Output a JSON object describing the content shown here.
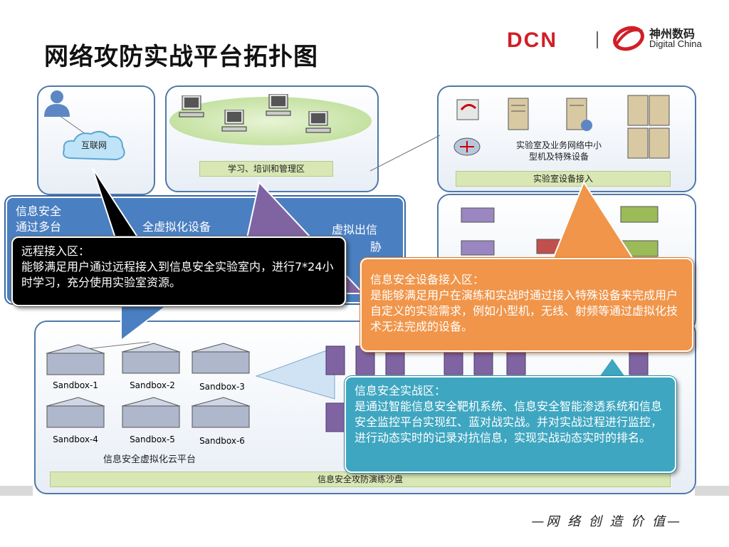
{
  "title": "网络攻防实战平台拓扑图",
  "logo": {
    "brand": "DCN",
    "cn": "神州数码",
    "en": "Digital China"
  },
  "areas": {
    "internet_label": "互联网",
    "training_zone": "学习、培训和管理区",
    "lab_equipment_caption_line1": "实验室及业务网络中小",
    "lab_equipment_caption_line2": "型机及特殊设备",
    "lab_access": "实验室设备接入",
    "sandbox_labels": [
      "Sandbox-1",
      "Sandbox-2",
      "Sandbox-3",
      "Sandbox-4",
      "Sandbox-5",
      "Sandbox-6"
    ],
    "virtual_cloud": "信息安全虚拟化云平台",
    "sand_table": "信息安全攻防演练沙盘"
  },
  "callouts": {
    "blue_bg": {
      "line1": "信息安全",
      "line2": "通过多台",
      "line2b": "全虚拟化设备",
      "line3": "虚拟出信",
      "line4": "胁"
    },
    "remote": {
      "title": "远程接入区：",
      "body": "能够满足用户通过远程接入到信息安全实验室内，进行7*24小时学习，充分使用实验室资源。"
    },
    "device": {
      "title": "信息安全设备接入区：",
      "body": "是能够满足用户在演练和实战时通过接入特殊设备来完成用户自定义的实验需求，例如小型机，无线、射频等通过虚拟化技术无法完成的设备。"
    },
    "combat": {
      "title": "信息安全实战区：",
      "body": "是通过智能信息安全靶机系统、信息安全智能渗透系统和信息安全监控平台实现红、蓝对战实战。并对实战过程进行监控，进行动态实时的记录对抗信息，实现实战动态实时的排名。"
    }
  },
  "slogan": "—网 络 创 造 价 值—",
  "colors": {
    "remote": "#000000",
    "device": "#f0954a",
    "combat": "#3ea6c0",
    "blue": "#4a7fc1",
    "purple": "#8064a2"
  }
}
